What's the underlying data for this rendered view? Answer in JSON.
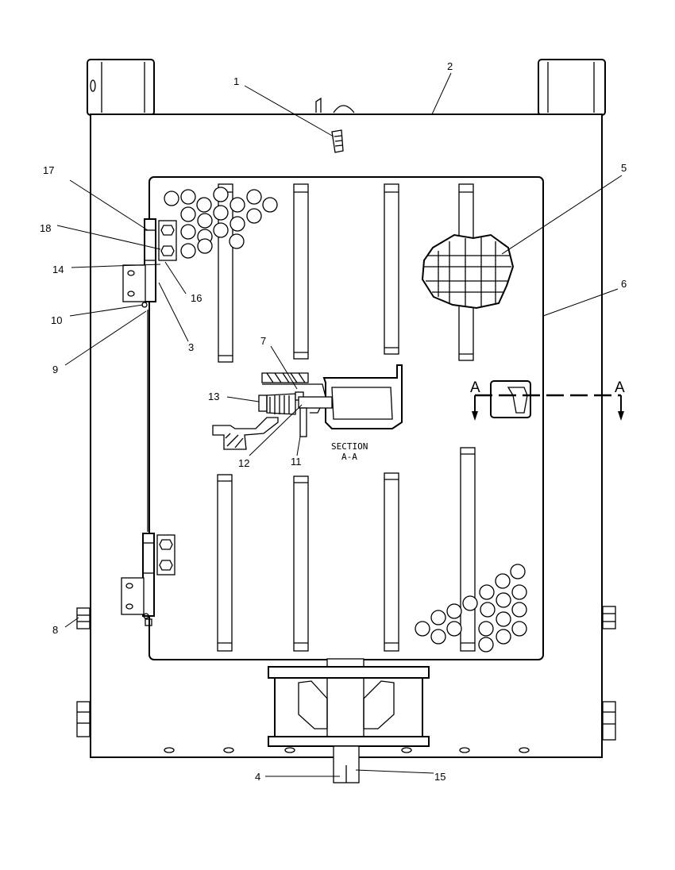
{
  "callouts": [
    {
      "id": "c1",
      "label": "1"
    },
    {
      "id": "c2",
      "label": "2"
    },
    {
      "id": "c3",
      "label": "3"
    },
    {
      "id": "c4",
      "label": "4"
    },
    {
      "id": "c5",
      "label": "5"
    },
    {
      "id": "c6",
      "label": "6"
    },
    {
      "id": "c7",
      "label": "7"
    },
    {
      "id": "c8",
      "label": "8"
    },
    {
      "id": "c9",
      "label": "9"
    },
    {
      "id": "c10",
      "label": "10"
    },
    {
      "id": "c11",
      "label": "11"
    },
    {
      "id": "c12",
      "label": "12"
    },
    {
      "id": "c13",
      "label": "13"
    },
    {
      "id": "c14",
      "label": "14"
    },
    {
      "id": "c15",
      "label": "15"
    },
    {
      "id": "c16",
      "label": "16"
    },
    {
      "id": "c17",
      "label": "17"
    },
    {
      "id": "c18",
      "label": "18"
    }
  ],
  "section": {
    "line1": "SECTION",
    "line2": "A-A"
  },
  "section_arrows": {
    "left": "A",
    "right": "A"
  }
}
